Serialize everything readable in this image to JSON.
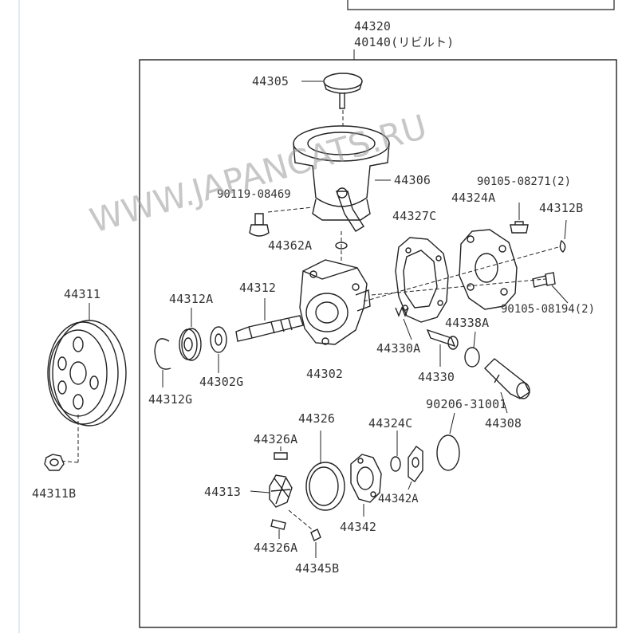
{
  "header_labels": {
    "assembly_no": "44320",
    "rebuilt_no": "40140(リビルト)"
  },
  "watermark": "WWW.JAPANCATS.RU",
  "part_labels": [
    {
      "id": "reservoir-cap",
      "text": "44305"
    },
    {
      "id": "reservoir",
      "text": "44306"
    },
    {
      "id": "bolt-a",
      "text": "90119-08469"
    },
    {
      "id": "oring-a",
      "text": "44362A"
    },
    {
      "id": "bolt-b",
      "text": "90105-08271(2)"
    },
    {
      "id": "rear-housing",
      "text": "44324A"
    },
    {
      "id": "gasket",
      "text": "44327C"
    },
    {
      "id": "clip-b",
      "text": "44312B"
    },
    {
      "id": "bolt-c",
      "text": "90105-08194(2)"
    },
    {
      "id": "pulley",
      "text": "44311"
    },
    {
      "id": "bearing",
      "text": "44312A"
    },
    {
      "id": "shaft",
      "text": "44312"
    },
    {
      "id": "snap-ring",
      "text": "44312G"
    },
    {
      "id": "seal",
      "text": "44302G"
    },
    {
      "id": "pump-body",
      "text": "44302"
    },
    {
      "id": "spring",
      "text": "44330A"
    },
    {
      "id": "flow-valve",
      "text": "44330"
    },
    {
      "id": "oring-b",
      "text": "44338A"
    },
    {
      "id": "union",
      "text": "44308"
    },
    {
      "id": "pulley-nut",
      "text": "44311B"
    },
    {
      "id": "pin-a",
      "text": "44326A"
    },
    {
      "id": "cam-ring",
      "text": "44326"
    },
    {
      "id": "rotor",
      "text": "44313"
    },
    {
      "id": "pin-b",
      "text": "44326A"
    },
    {
      "id": "vane",
      "text": "44345B"
    },
    {
      "id": "side-plate",
      "text": "44342"
    },
    {
      "id": "oring-c",
      "text": "44324C"
    },
    {
      "id": "oring-d",
      "text": "44342A"
    },
    {
      "id": "bolt-d",
      "text": "90206-31001"
    }
  ],
  "colors": {
    "line": "#222222",
    "text": "#333333",
    "watermark": "#9a9a9a",
    "left_rule": "#c9d4e6"
  }
}
